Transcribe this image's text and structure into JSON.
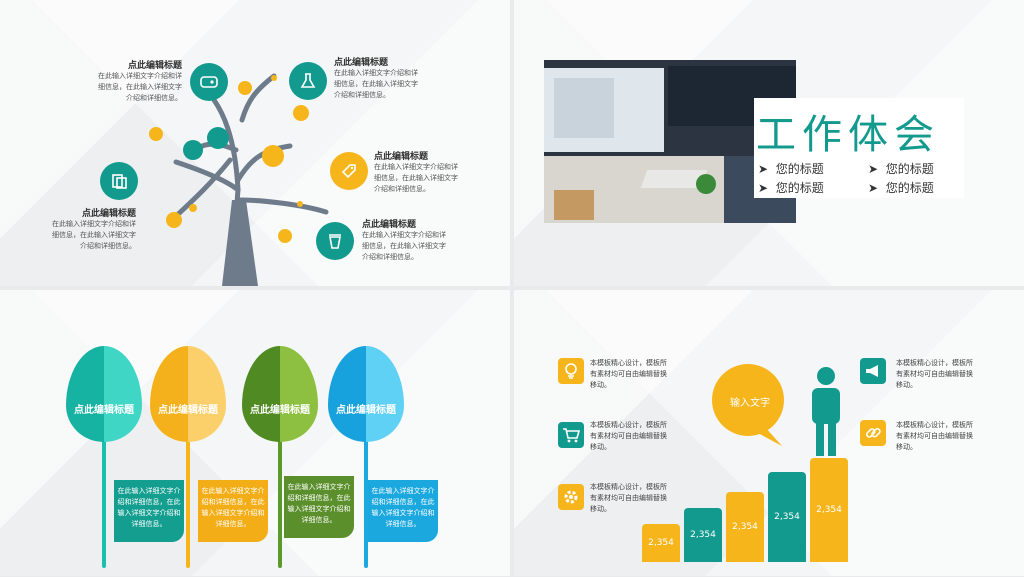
{
  "slide1": {
    "items": [
      {
        "title": "点此编辑标题",
        "desc": [
          "在此输入详细文字介绍和详",
          "细信息，在此输入详细文字",
          "介绍和详细信息。"
        ]
      },
      {
        "title": "点此编辑标题",
        "desc": [
          "在此输入详细文字介绍和详",
          "细信息，在此输入详细文字",
          "介绍和详细信息。"
        ]
      },
      {
        "title": "点此编辑标题",
        "desc": [
          "在此输入详细文字介绍和详",
          "细信息，在此输入详细文字",
          "介绍和详细信息。"
        ]
      },
      {
        "title": "点此编辑标题",
        "desc": [
          "在此输入详细文字介绍和详",
          "细信息，在此输入详细文字",
          "介绍和详细信息。"
        ]
      },
      {
        "title": "点此编辑标题",
        "desc": [
          "在此输入详细文字介绍和详",
          "细信息，在此输入详细文字",
          "介绍和详细信息。"
        ]
      }
    ]
  },
  "slide2": {
    "title": "工作体会",
    "items": [
      "您的标题",
      "您的标题",
      "您的标题",
      "您的标题"
    ]
  },
  "slide3": {
    "leaves": [
      {
        "label": "点此编辑标题",
        "text": [
          "在此输入详细文字介",
          "绍和详细信息，在此",
          "输入详细文字介绍和",
          "详细信息。"
        ],
        "color": "#1abfae"
      },
      {
        "label": "点此编辑标题",
        "text": [
          "在此输入详细文字介",
          "绍和详细信息，在此",
          "输入详细文字介绍和",
          "详细信息。"
        ],
        "color": "#f7b51c"
      },
      {
        "label": "点此编辑标题",
        "text": [
          "在此输入详细文字介",
          "绍和详细信息，在此",
          "输入详细文字介绍和",
          "详细信息。"
        ],
        "color": "#5a9a2a"
      },
      {
        "label": "点此编辑标题",
        "text": [
          "在此输入详细文字介",
          "绍和详细信息，在此",
          "输入详细文字介绍和",
          "详细信息。"
        ],
        "color": "#1ba9e0"
      }
    ]
  },
  "slide4": {
    "bubble": "输入文字",
    "left_items": [
      {
        "icon": "lightbulb-icon",
        "text": [
          "本模板精心设计，模板所",
          "有素材均可自由编辑替换",
          "移动。"
        ]
      },
      {
        "icon": "cart-icon",
        "text": [
          "本模板精心设计，模板所",
          "有素材均可自由编辑替换",
          "移动。"
        ]
      },
      {
        "icon": "gear-icon",
        "text": [
          "本模板精心设计，模板所",
          "有素材均可自由编辑替换",
          "移动。"
        ]
      }
    ],
    "right_items": [
      {
        "icon": "megaphone-icon",
        "text": [
          "本模板精心设计，模板所",
          "有素材均可自由编辑替换",
          "移动。"
        ]
      },
      {
        "icon": "link-icon",
        "text": [
          "本模板精心设计，模板所",
          "有素材均可自由编辑替换",
          "移动。"
        ]
      }
    ],
    "bars": [
      "2,354",
      "2,354",
      "2,354",
      "2,354",
      "2,354"
    ]
  }
}
